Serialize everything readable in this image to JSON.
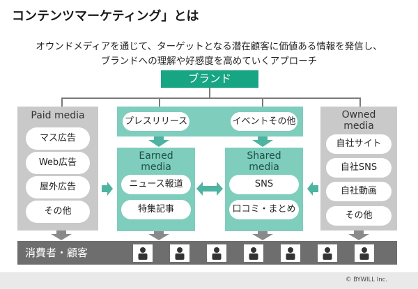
{
  "title": "コンテンツマーケティング」とは",
  "subtitle_lines": [
    "オウンドメディアを通じて、ターゲットとなる潜在顧客に価値ある情報を発信し、",
    "ブランドへの理解や好感度を高めていくアプローチ"
  ],
  "brand": "ブランド",
  "paid": {
    "heading": "Paid media",
    "items": [
      "マス広告",
      "Web広告",
      "屋外広告",
      "その他"
    ]
  },
  "owned": {
    "heading_lines": [
      "Owned",
      "media"
    ],
    "items": [
      "自社サイト",
      "自社SNS",
      "自社動画",
      "その他"
    ]
  },
  "top_band": {
    "items": [
      "プレスリリース",
      "イベントその他"
    ]
  },
  "earned": {
    "heading_lines": [
      "Earned",
      "media"
    ],
    "items": [
      "ニュース報道",
      "特集記事"
    ]
  },
  "shared": {
    "heading_lines": [
      "Shared",
      "media"
    ],
    "items": [
      "SNS",
      "口コミ・まとめ"
    ]
  },
  "consumer_label": "消費者・顧客",
  "copyright": "© BYWILL Inc.",
  "colors": {
    "brand_green": "#17a583",
    "teal_panel": "#7ecdbd",
    "gray_panel": "#c9c9c9",
    "dark_gray": "#6e6e6e",
    "arrow_teal": "#4fb3a1",
    "arrow_gray": "#8a8a8a"
  }
}
